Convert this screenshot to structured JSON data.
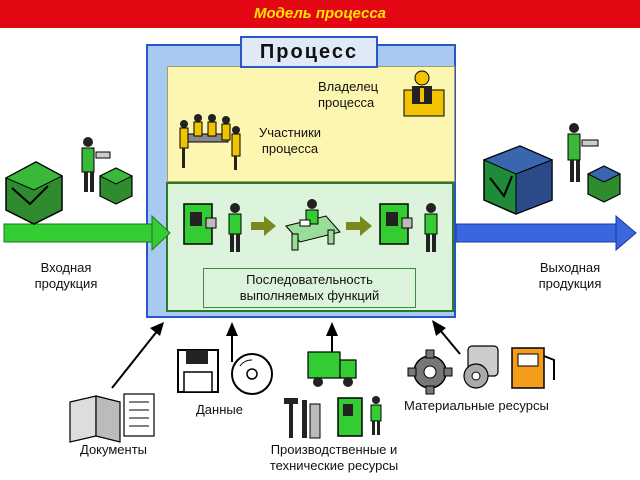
{
  "header": {
    "title": "Модель процесса"
  },
  "process": {
    "title": "Процесс",
    "owner_line1": "Владелец",
    "owner_line2": "процесса",
    "participants_line1": "Участники",
    "participants_line2": "процесса",
    "sequence_line1": "Последовательность",
    "sequence_line2": "выполняемых функций"
  },
  "input": {
    "line1": "Входная",
    "line2": "продукция"
  },
  "output": {
    "line1": "Выходная",
    "line2": "продукция"
  },
  "resources": {
    "documents": "Документы",
    "data": "Данные",
    "production_line1": "Производственные и",
    "production_line2": "технические ресурсы",
    "material": "Материальные ресурсы"
  },
  "colors": {
    "header_bg": "#e30613",
    "header_text": "#ffe600",
    "input_arrow": "#33cc33",
    "output_arrow": "#2a56c8"
  }
}
